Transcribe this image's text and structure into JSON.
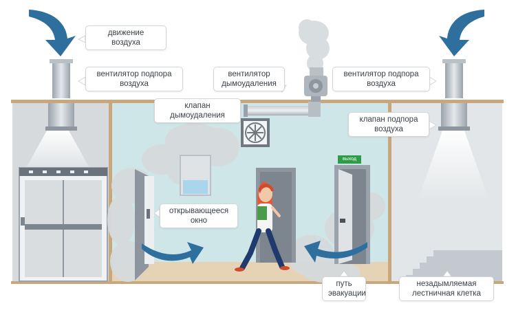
{
  "labels": {
    "air_movement": [
      "движение",
      "воздуха"
    ],
    "supply_fan_left": [
      "вентилятор подпора",
      "воздуха"
    ],
    "smoke_fan": [
      "вентилятор",
      "дымоудаления"
    ],
    "supply_fan_right": [
      "вентилятор подпора",
      "воздуха"
    ],
    "smoke_valve": [
      "клапан",
      "дымоудаления"
    ],
    "supply_valve": [
      "клапан подпора",
      "воздуха"
    ],
    "opening_window": [
      "открывающееся",
      "окно"
    ],
    "evacuation_path": [
      "путь",
      "эвакуации"
    ],
    "smoke_free_stairwell": [
      "незадымляемая",
      "лестничная клетка"
    ]
  },
  "exit_sign": "выход",
  "colors": {
    "arrow_blue": "#2f6f9e",
    "wall_outline": "#c9a77c",
    "corridor_wall": "#cfe6e8",
    "floor": "#e6d3b5",
    "smoke": "#d9dcdf",
    "exit_green": "#2e9b46"
  }
}
